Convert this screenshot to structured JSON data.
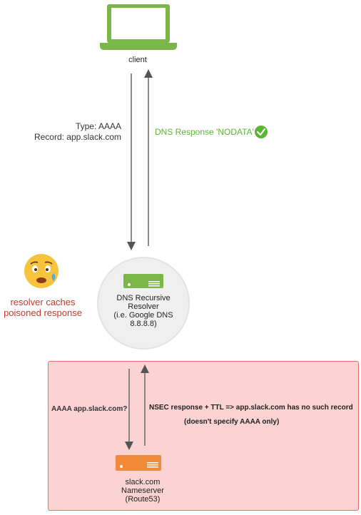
{
  "client": {
    "label": "client"
  },
  "query": {
    "type_line": "Type: AAAA",
    "record_line": "Record: app.slack.com"
  },
  "response": {
    "label": "DNS Response 'NODATA'"
  },
  "resolver": {
    "lines": [
      "DNS Recursive",
      "Resolver",
      "(i.e. Google DNS",
      "8.8.8.8)"
    ]
  },
  "cache_note": {
    "lines": [
      "resolver caches",
      "poisoned response"
    ]
  },
  "nameserver_box": {
    "query_label": "AAAA app.slack.com?",
    "response_label": "NSEC response + TTL => app.slack.com has no such record",
    "response_sub": "(doesn't specify AAAA only)",
    "ns_lines": [
      "slack.com",
      "Nameserver",
      "(Route53)"
    ]
  },
  "colors": {
    "green": "#5ab535",
    "red": "#c0392b",
    "server_green": "#7ab648",
    "server_orange": "#f28a3a",
    "box_fill": "#fbd3d3"
  }
}
